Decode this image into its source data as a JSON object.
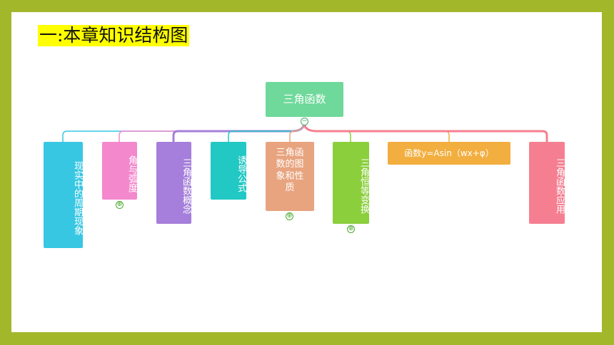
{
  "title": "一:本章知识结构图",
  "diagram": {
    "root": {
      "label": "三角函数",
      "color": "#6ed99a"
    },
    "children": [
      {
        "id": "c1",
        "label": "现实中的周期现象",
        "color": "#37c7e3",
        "expandable": false
      },
      {
        "id": "c2",
        "label": "角与弧度",
        "color": "#f488cd",
        "expandable": true
      },
      {
        "id": "c3",
        "label": "三角函数概念",
        "color": "#a57fdb",
        "expandable": false
      },
      {
        "id": "c4",
        "label": "诱导公式",
        "color": "#21c8c4",
        "expandable": false
      },
      {
        "id": "c5",
        "label": "三角函数的图象和性质",
        "color": "#e8a47f",
        "expandable": true
      },
      {
        "id": "c6",
        "label": "三角恒等变换",
        "color": "#8bcf3c",
        "expandable": true
      },
      {
        "id": "c7",
        "label": "函数y=Asin（wx+φ）",
        "color": "#f2ae3f",
        "expandable": false
      },
      {
        "id": "c8",
        "label": "三角函数应用",
        "color": "#f57f91",
        "expandable": false
      }
    ],
    "expand_symbol": "⊕",
    "collapse_symbol": "−"
  }
}
